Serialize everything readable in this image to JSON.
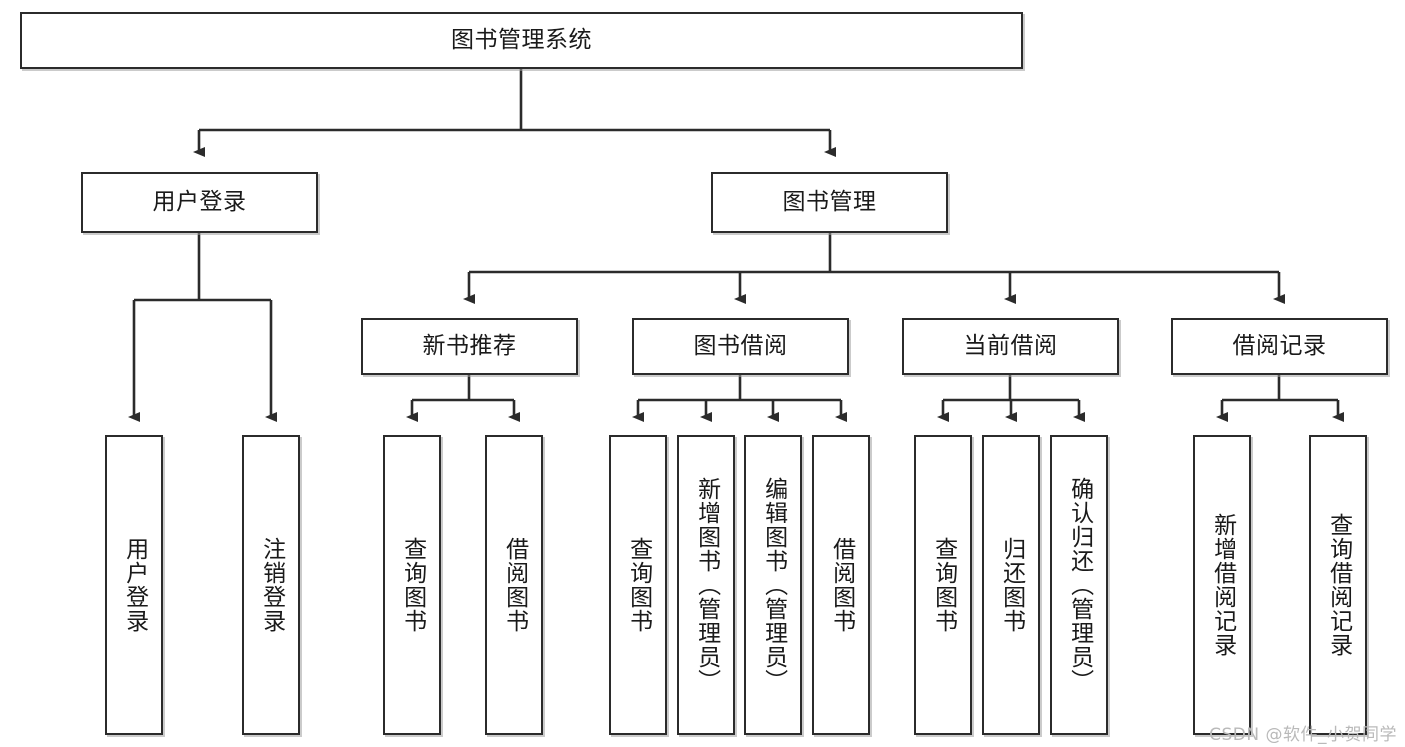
{
  "diagram": {
    "type": "tree",
    "title": "图书管理系统",
    "orientation": "top-down",
    "colors": {
      "box_border": "#2b2b2b",
      "box_fill": "#ffffff",
      "line": "#2b2b2b",
      "text": "#1a1a1a",
      "watermark": "#b9b9b9"
    }
  },
  "nodes": {
    "root": {
      "label": "图书管理系统",
      "level": 1
    },
    "level2": [
      {
        "id": "user-login",
        "label": "用户登录"
      },
      {
        "id": "book-management",
        "label": "图书管理"
      }
    ],
    "level3": [
      {
        "id": "new-book-recommend",
        "label": "新书推荐"
      },
      {
        "id": "book-borrow",
        "label": "图书借阅"
      },
      {
        "id": "current-borrow",
        "label": "当前借阅"
      },
      {
        "id": "borrow-record",
        "label": "借阅记录"
      }
    ],
    "leaves": {
      "user-login": [
        {
          "id": "leaf-user-login",
          "label": "用户登录"
        },
        {
          "id": "leaf-logout-login",
          "label": "注销登录"
        }
      ],
      "new-book-recommend": [
        {
          "id": "leaf-query-book-1",
          "label": "查询图书"
        },
        {
          "id": "leaf-borrow-book-1",
          "label": "借阅图书"
        }
      ],
      "book-borrow": [
        {
          "id": "leaf-query-book-2",
          "label": "查询图书"
        },
        {
          "id": "leaf-add-book",
          "label": "新增图书（管理员）"
        },
        {
          "id": "leaf-edit-book",
          "label": "编辑图书（管理员）"
        },
        {
          "id": "leaf-borrow-book-2",
          "label": "借阅图书"
        }
      ],
      "current-borrow": [
        {
          "id": "leaf-query-book-3",
          "label": "查询图书"
        },
        {
          "id": "leaf-return-book",
          "label": "归还图书"
        },
        {
          "id": "leaf-confirm-return",
          "label": "确认归还（管理员）"
        }
      ],
      "borrow-record": [
        {
          "id": "leaf-add-record",
          "label": "新增借阅记录"
        },
        {
          "id": "leaf-query-record",
          "label": "查询借阅记录"
        }
      ]
    }
  },
  "watermark": {
    "text": "CSDN @软件_小贺同学"
  }
}
